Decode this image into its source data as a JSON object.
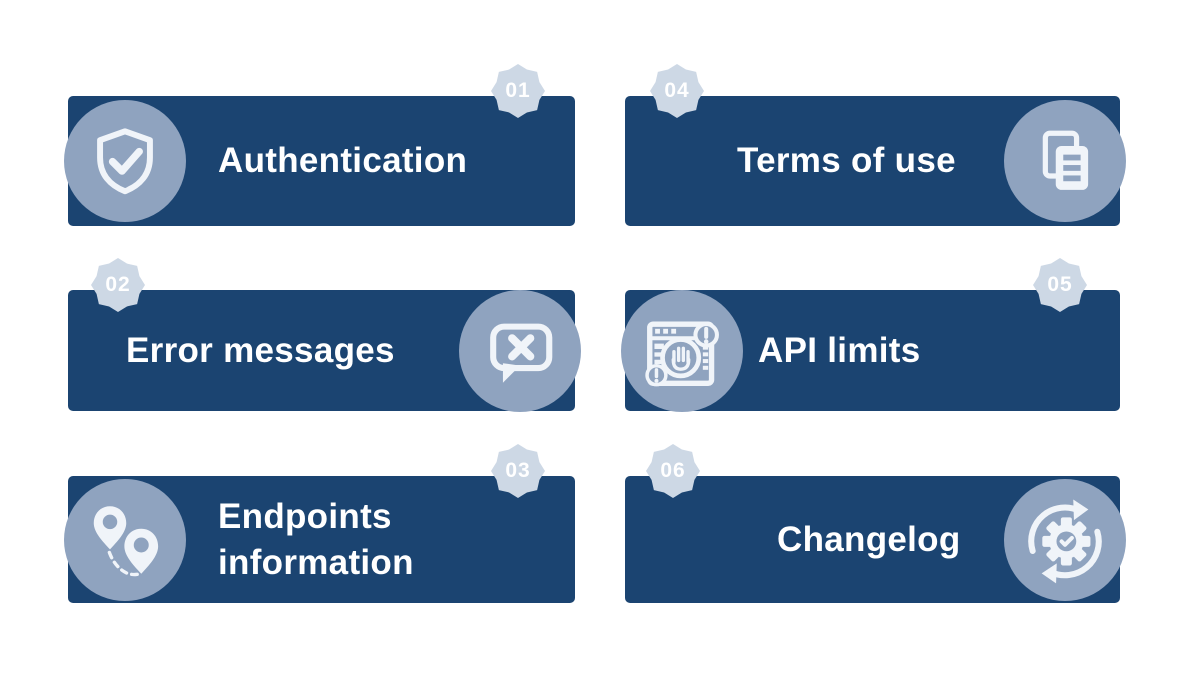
{
  "page": {
    "background": "#ffffff",
    "description": "API documentation topics infographic"
  },
  "colors": {
    "card_navy": "#1b4471",
    "icon_circle_blue": "#8fa3bf",
    "badge_light_blue": "#cdd8e5",
    "icon_white": "#f0f4f9",
    "title_white": "#ffffff"
  },
  "items": [
    {
      "number": "01",
      "title": "Authentication",
      "icon": "shield-check-icon",
      "icon_side": "left",
      "badge_side": "right"
    },
    {
      "number": "02",
      "title": "Error messages",
      "icon": "error-speech-bubble-icon",
      "icon_side": "right",
      "badge_side": "left"
    },
    {
      "number": "03",
      "title": "Endpoints information",
      "icon": "map-pins-route-icon",
      "icon_side": "left",
      "badge_side": "right"
    },
    {
      "number": "04",
      "title": "Terms of use",
      "icon": "documents-icon",
      "icon_side": "right",
      "badge_side": "left"
    },
    {
      "number": "05",
      "title": "API limits",
      "icon": "stop-hand-browser-icon",
      "icon_side": "left",
      "badge_side": "right"
    },
    {
      "number": "06",
      "title": "Changelog",
      "icon": "gear-sync-icon",
      "icon_side": "right",
      "badge_side": "left"
    }
  ]
}
